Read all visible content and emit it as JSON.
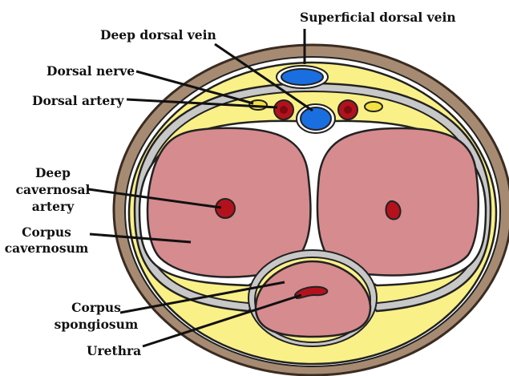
{
  "labels": {
    "superficial_dorsal_vein": "Superficial dorsal vein",
    "deep_dorsal_vein": "Deep dorsal vein",
    "dorsal_nerve": "Dorsal nerve",
    "dorsal_artery": "Dorsal artery",
    "deep_cavernosal_artery": [
      "Deep",
      "cavernosal",
      "artery"
    ],
    "corpus_cavernosum": [
      "Corpus",
      "cavernosum"
    ],
    "corpus_spongiosum": [
      "Corpus",
      "spongiosum"
    ],
    "urethra": "Urethra"
  },
  "colors": {
    "skin": "#a68b72",
    "skin_outline": "#3a2c22",
    "fascia_yellow": "#faf088",
    "tunica_gray": "#c8c8c8",
    "erectile_pink": "#d68b8f",
    "artery_red": "#b3121d",
    "vein_blue": "#1a6fe0",
    "nerve_yellow": "#f3e142",
    "outline": "#111111",
    "background": "#ffffff"
  }
}
